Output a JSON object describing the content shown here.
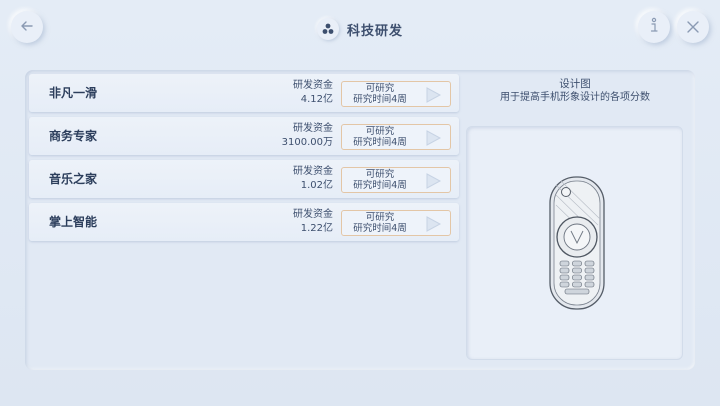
{
  "header": {
    "title": "科技研发",
    "back_icon": "back-arrow-icon",
    "info_icon": "info-icon",
    "close_icon": "close-icon"
  },
  "projects": [
    {
      "name": "非凡一滑",
      "fund_label": "研发资金",
      "fund_value": "4.12亿",
      "status": "可研究",
      "duration": "研究时间4周"
    },
    {
      "name": "商务专家",
      "fund_label": "研发资金",
      "fund_value": "3100.00万",
      "status": "可研究",
      "duration": "研究时间4周"
    },
    {
      "name": "音乐之家",
      "fund_label": "研发资金",
      "fund_value": "1.02亿",
      "status": "可研究",
      "duration": "研究时间4周"
    },
    {
      "name": "掌上智能",
      "fund_label": "研发资金",
      "fund_value": "1.22亿",
      "status": "可研究",
      "duration": "研究时间4周"
    }
  ],
  "design": {
    "title": "设计图",
    "subtitle": "用于提高手机形象设计的各项分数"
  },
  "colors": {
    "background": "#e1e9f4",
    "accent_border": "#e3c6a6",
    "text": "#2c3e5c"
  }
}
